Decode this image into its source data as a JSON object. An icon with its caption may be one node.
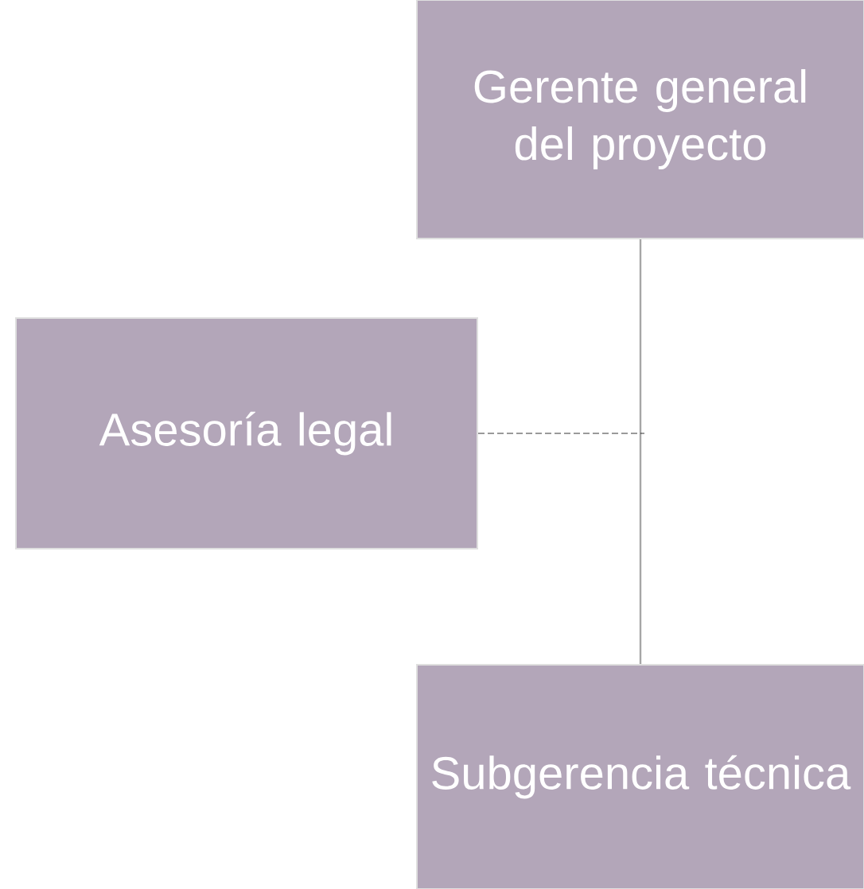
{
  "diagram": {
    "nodes": [
      {
        "text": [
          "Gerente general del proyecto"
        ]
      },
      {
        "text": [
          "Asesoría legal"
        ]
      },
      {
        "text": [
          "Subgerencia técnica"
        ]
      }
    ],
    "edges": [
      {
        "from": 0,
        "to": 2,
        "arrow": "none",
        "color": "#a6a6a6"
      },
      {
        "from": 1,
        "to": null,
        "arrow": "none",
        "style": "dashed",
        "color": "#000000"
      }
    ]
  }
}
